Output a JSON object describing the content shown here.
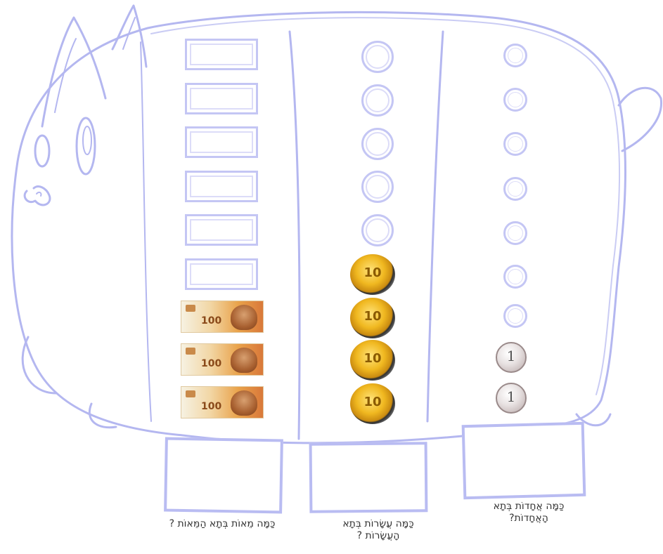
{
  "columns": [
    {
      "id": "hundreds",
      "question": "כַּמָּה מֵאוֹת בְּתָא הַמֵּאוֹת ?",
      "total_slots": 9,
      "filled_count": 3,
      "item_label": "100"
    },
    {
      "id": "tens",
      "question": "כַּמָּה עֲשָׂרוֹת בְּתָא הָעֲשָׂרוֹת ?",
      "total_slots": 9,
      "filled_count": 4,
      "item_label": "10"
    },
    {
      "id": "ones",
      "question": "כַּמָּה אֲחָדוֹת בְּתָא הָאֲחָדוֹת?",
      "total_slots": 9,
      "filled_count": 2,
      "item_label": "1"
    }
  ],
  "colors": {
    "outline": "#b4b7f0",
    "bill": "#e9a24a",
    "coin_gold": "#f0b820",
    "coin_silver": "#d8d0d0"
  },
  "icons": {
    "background": "piggy-bank-sketch",
    "hundreds_item": "banknote-100",
    "tens_item": "coin-10",
    "ones_item": "coin-1"
  }
}
